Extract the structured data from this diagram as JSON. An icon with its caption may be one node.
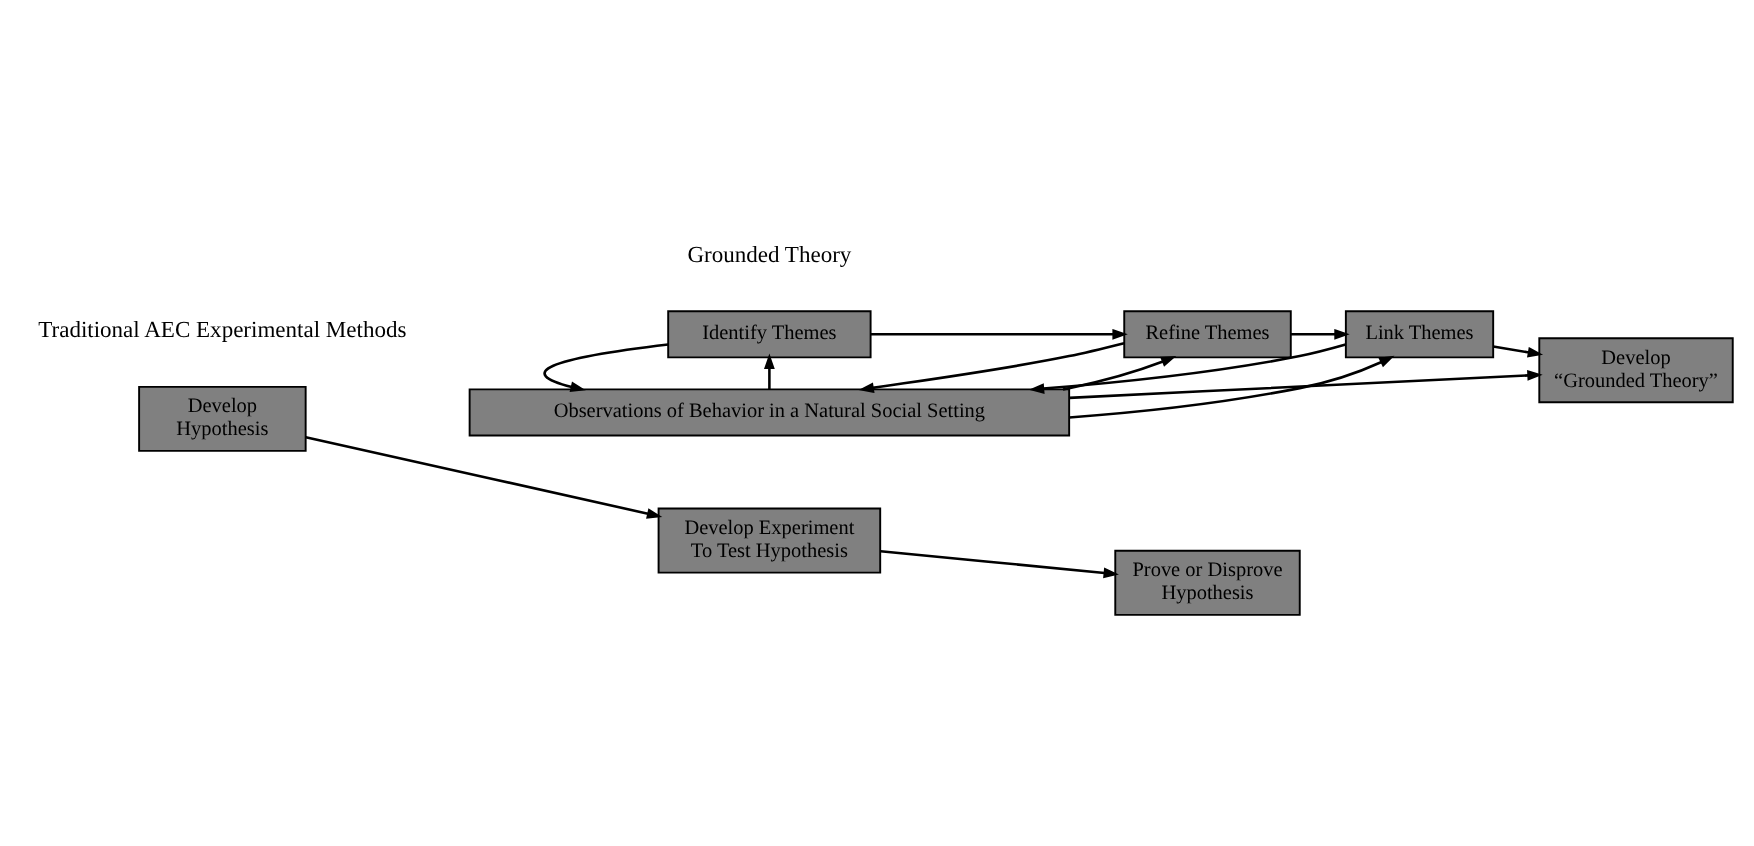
{
  "diagram": {
    "nodes": [
      {
        "text": [
          "Develop Hypothesis"
        ]
      },
      {
        "text": [
          "Develop Experiment To Test Hypothesis"
        ]
      },
      {
        "text": [
          "Prove or Disprove Hypothesis"
        ]
      },
      {
        "text": [
          "Identify Themes"
        ]
      },
      {
        "text": [
          "Refine Themes"
        ]
      },
      {
        "text": [
          "Link Themes"
        ]
      },
      {
        "text": [
          "Develop “Grounded Theory”"
        ]
      },
      {
        "text": [
          "Observations of Behavior in a Natural Social Setting"
        ]
      }
    ],
    "edges": [
      {
        "from": 0,
        "to": 1,
        "arrow": "to"
      },
      {
        "from": 1,
        "to": 2,
        "arrow": "to"
      },
      {
        "from": 3,
        "to": 4,
        "arrow": "to"
      },
      {
        "from": 4,
        "to": 5,
        "arrow": "to"
      },
      {
        "from": 5,
        "to": 6,
        "arrow": "to"
      },
      {
        "from": 7,
        "to": 3,
        "arrow": "to"
      },
      {
        "from": 3,
        "to": 7,
        "arrow": "to"
      },
      {
        "from": 7,
        "to": 4,
        "arrow": "to"
      },
      {
        "from": 4,
        "to": 7,
        "arrow": "to"
      },
      {
        "from": 7,
        "to": 5,
        "arrow": "to"
      },
      {
        "from": 5,
        "to": 7,
        "arrow": "to"
      },
      {
        "from": 7,
        "to": 6,
        "arrow": "to"
      }
    ],
    "labels": [
      "Traditional AEC Experimental Methods",
      "Grounded Theory"
    ]
  }
}
